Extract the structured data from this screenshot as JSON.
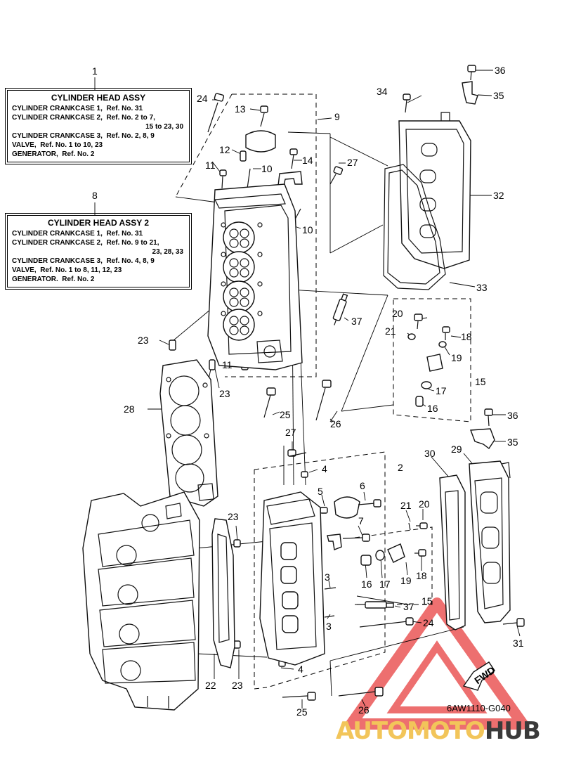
{
  "callouts": {
    "c1": "1",
    "c2": "2",
    "c3a": "3",
    "c3b": "3",
    "c4a": "4",
    "c4b": "4",
    "c5": "5",
    "c6": "6",
    "c7": "7",
    "c8": "8",
    "c9": "9",
    "c10a": "10",
    "c10b": "10",
    "c11a": "11",
    "c11b": "11",
    "c12": "12",
    "c13": "13",
    "c14": "14",
    "c15a": "15",
    "c15b": "15",
    "c16a": "16",
    "c16b": "16",
    "c17a": "17",
    "c17b": "17",
    "c18a": "18",
    "c18b": "18",
    "c19a": "19",
    "c19b": "19",
    "c20a": "20",
    "c20b": "20",
    "c21a": "21",
    "c21b": "21",
    "c22": "22",
    "c23a": "23",
    "c23b": "23",
    "c23c": "23",
    "c23d": "23",
    "c24a": "24",
    "c24b": "24",
    "c25a": "25",
    "c25b": "25",
    "c26a": "26",
    "c26b": "26",
    "c27a": "27",
    "c27b": "27",
    "c28": "28",
    "c29": "29",
    "c30": "30",
    "c31": "31",
    "c32": "32",
    "c33": "33",
    "c34": "34",
    "c35a": "35",
    "c35b": "35",
    "c36a": "36",
    "c36b": "36",
    "c37a": "37",
    "c37b": "37"
  },
  "notes": {
    "assy1": {
      "title": "CYLINDER HEAD ASSY",
      "lines": [
        "CYLINDER CRANKCASE 1,  Ref. No. 31",
        "CYLINDER CRANKCASE 2,  Ref. No. 2 to 7,",
        "15 to 23, 30",
        "CYLINDER CRANKCASE 3,  Ref. No. 2, 8, 9",
        "VALVE,  Ref. No. 1 to 10, 23",
        "GENERATOR,  Ref. No. 2"
      ]
    },
    "assy2": {
      "title": "CYLINDER HEAD ASSY 2",
      "lines": [
        "CYLINDER CRANKCASE 1,  Ref. No. 31",
        "CYLINDER CRANKCASE 2,  Ref. No. 9 to 21,",
        "23, 28, 33",
        "CYLINDER CRANKCASE 3,  Ref. No. 4, 8, 9",
        "VALVE,  Ref. No. 1 to 8, 11, 12, 23",
        "GENERATOR.  Ref. No. 2"
      ]
    }
  },
  "fwd_label": "FWD",
  "drawing_code": "6AW1110-G040",
  "watermark": {
    "part1": "AUTOMOTO",
    "part2": "HUB",
    "color_primary": "#f2c55a",
    "color_secondary": "#3a3a3a",
    "triangle_color": "#e84040"
  }
}
